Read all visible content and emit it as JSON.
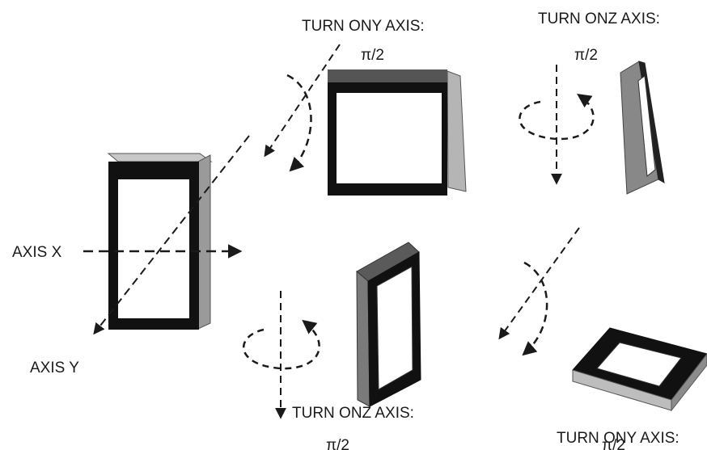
{
  "labels": {
    "axis_x": "AXIS X",
    "axis_y": "AXIS Y",
    "step1_title": "TURN ONY AXIS:",
    "step1_angle": "π/2",
    "step2_title": "TURN ONZ AXIS:",
    "step2_angle": "π/2",
    "step3_title": "TURN ONY AXIS:",
    "step3_angle": "π/2",
    "step4_title": "TURN ONZ AXIS:",
    "step4_angle": "π/2"
  },
  "colors": {
    "frame_black": "#111111",
    "frame_gray": "#8c8c8c",
    "frame_light": "#c8c8c8",
    "line": "#1a1a1a",
    "background": "#ffffff"
  }
}
